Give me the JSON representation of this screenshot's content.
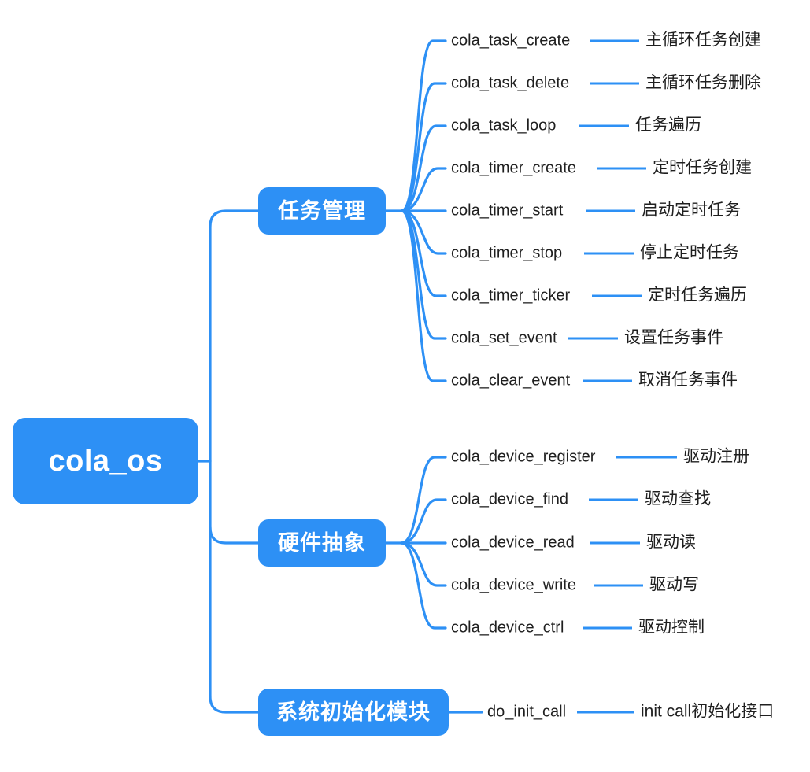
{
  "diagram": {
    "type": "mindmap",
    "title": "cola_os",
    "accent_color": "#2d90f5",
    "node_text_color": "#ffffff",
    "leaf_text_color": "#1f1f1f",
    "background": "#ffffff"
  },
  "root": {
    "label": "cola_os"
  },
  "branches": [
    {
      "label": "任务管理",
      "leaves": [
        {
          "name": "cola_task_create",
          "desc": "主循环任务创建"
        },
        {
          "name": "cola_task_delete",
          "desc": "主循环任务删除"
        },
        {
          "name": "cola_task_loop",
          "desc": "任务遍历"
        },
        {
          "name": "cola_timer_create",
          "desc": "定时任务创建"
        },
        {
          "name": "cola_timer_start",
          "desc": "启动定时任务"
        },
        {
          "name": "cola_timer_stop",
          "desc": "停止定时任务"
        },
        {
          "name": "cola_timer_ticker",
          "desc": "定时任务遍历"
        },
        {
          "name": "cola_set_event",
          "desc": "设置任务事件"
        },
        {
          "name": "cola_clear_event",
          "desc": "取消任务事件"
        }
      ]
    },
    {
      "label": "硬件抽象",
      "leaves": [
        {
          "name": "cola_device_register",
          "desc": "驱动注册"
        },
        {
          "name": "cola_device_find",
          "desc": "驱动查找"
        },
        {
          "name": "cola_device_read",
          "desc": "驱动读"
        },
        {
          "name": "cola_device_write",
          "desc": "驱动写"
        },
        {
          "name": "cola_device_ctrl",
          "desc": "驱动控制"
        }
      ]
    },
    {
      "label": "系统初始化模块",
      "leaves": [
        {
          "name": "do_init_call",
          "desc": "init call初始化接口"
        }
      ]
    }
  ]
}
